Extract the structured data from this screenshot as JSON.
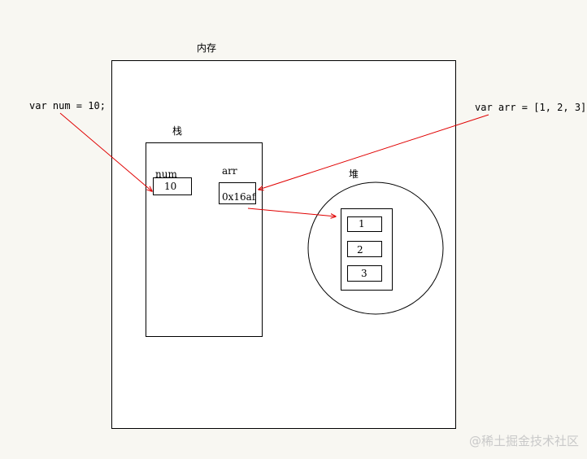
{
  "memory": {
    "title": "内存"
  },
  "stack": {
    "title": "栈",
    "num": {
      "label": "num",
      "value": "10"
    },
    "arr": {
      "label": "arr",
      "value": "0x16af"
    }
  },
  "heap": {
    "title": "堆",
    "items": [
      "1",
      "2",
      "3"
    ]
  },
  "code": {
    "num_decl": "var num = 10;",
    "arr_decl": "var arr = [1, 2, 3]"
  },
  "colors": {
    "arrow": "#e00000",
    "border": "#000000",
    "background": "#f8f7f2"
  },
  "watermark": "@稀土掘金技术社区"
}
